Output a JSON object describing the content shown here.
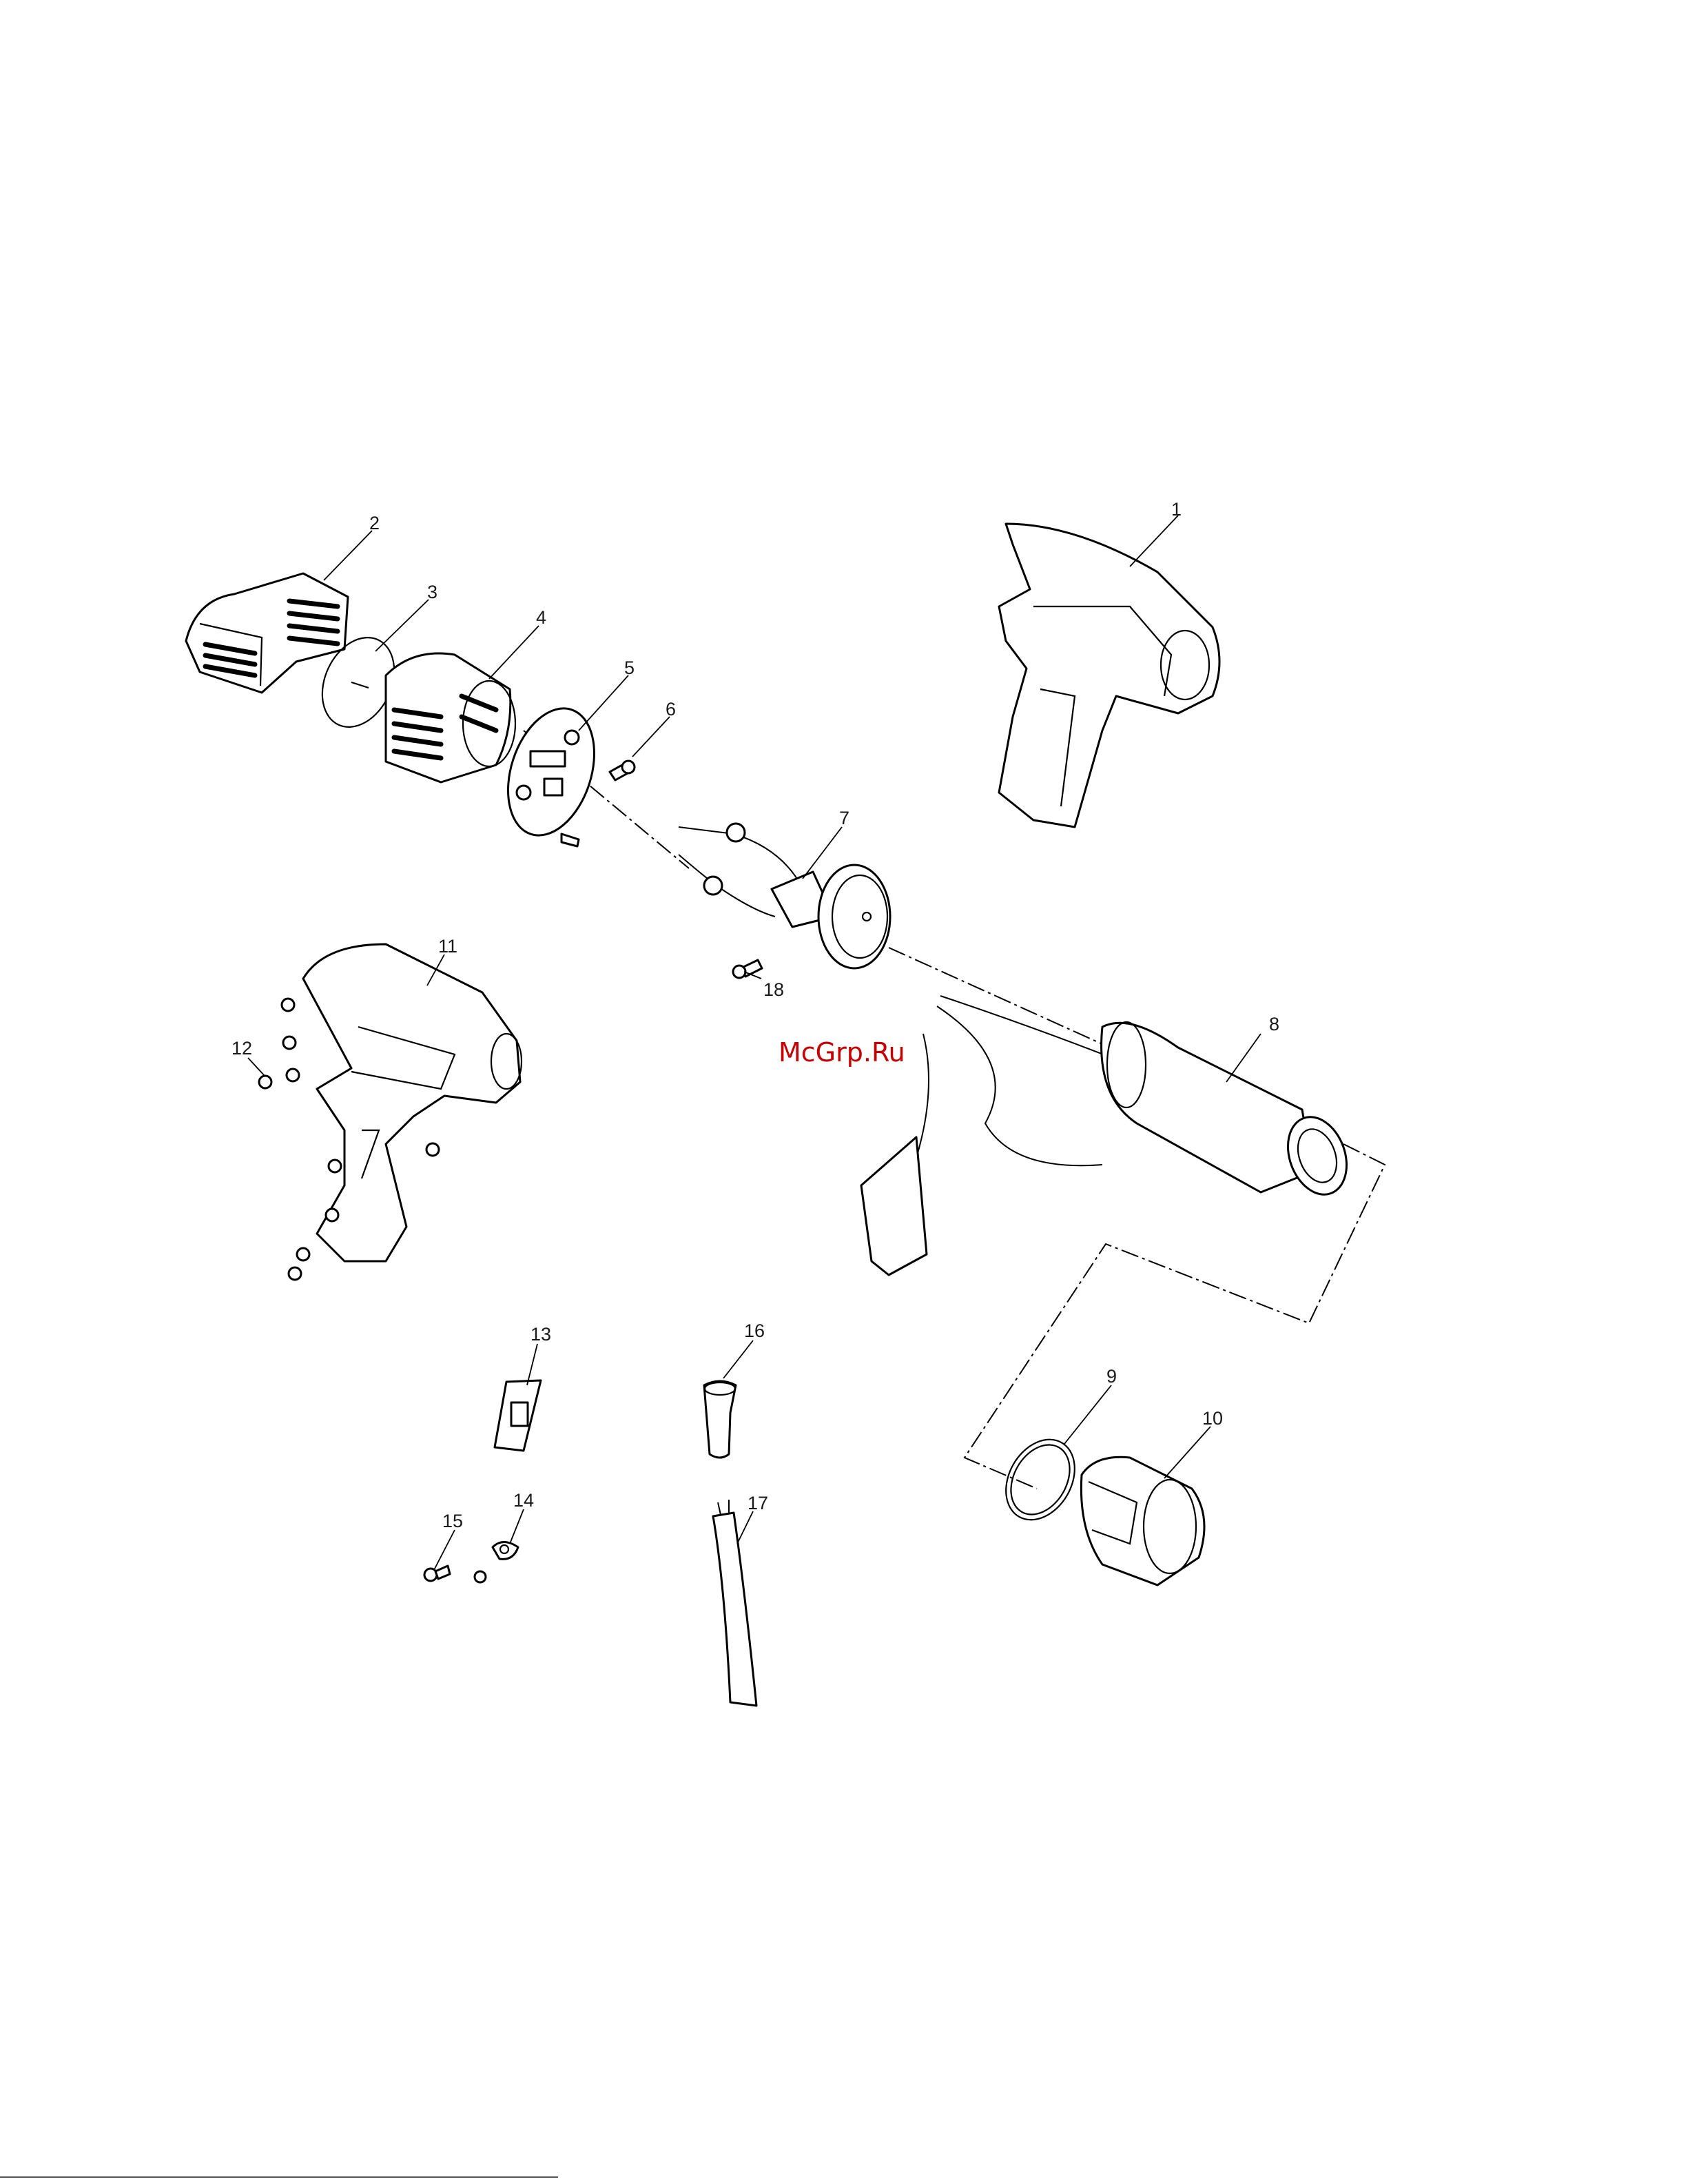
{
  "watermark": "McGrp.Ru",
  "callouts": [
    "1",
    "2",
    "3",
    "4",
    "5",
    "6",
    "7",
    "8",
    "9",
    "10",
    "11",
    "12",
    "13",
    "14",
    "15",
    "16",
    "17",
    "18"
  ],
  "parts": [
    {
      "callout": "1",
      "icon": "housing-half-right-icon"
    },
    {
      "callout": "2",
      "icon": "rear-vent-cover-icon"
    },
    {
      "callout": "3",
      "icon": "o-ring-icon"
    },
    {
      "callout": "4",
      "icon": "intake-grille-icon"
    },
    {
      "callout": "5",
      "icon": "motor-mount-plate-icon"
    },
    {
      "callout": "6",
      "icon": "screw-icon"
    },
    {
      "callout": "7",
      "icon": "fan-motor-assembly-icon"
    },
    {
      "callout": "8",
      "icon": "heating-element-tube-icon"
    },
    {
      "callout": "9",
      "icon": "retaining-ring-icon"
    },
    {
      "callout": "10",
      "icon": "nozzle-cover-icon"
    },
    {
      "callout": "11",
      "icon": "housing-half-left-icon"
    },
    {
      "callout": "12",
      "icon": "housing-screw-icon"
    },
    {
      "callout": "13",
      "icon": "switch-icon"
    },
    {
      "callout": "14",
      "icon": "cord-clamp-icon"
    },
    {
      "callout": "15",
      "icon": "screw-icon"
    },
    {
      "callout": "16",
      "icon": "strain-relief-icon"
    },
    {
      "callout": "17",
      "icon": "power-cord-icon"
    },
    {
      "callout": "18",
      "icon": "screw-icon"
    }
  ]
}
